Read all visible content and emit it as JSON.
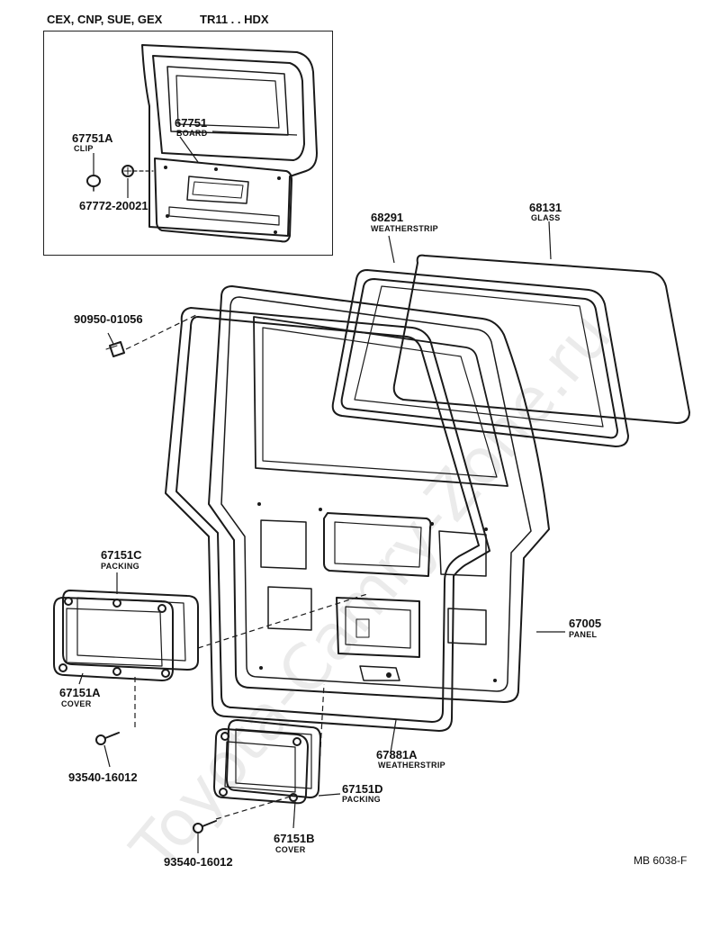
{
  "inset": {
    "header_left": "CEX, CNP, SUE, GEX",
    "header_right": "TR11 . . HDX"
  },
  "parts": [
    {
      "id": "p67751A",
      "number": "67751A",
      "name": "CLIP"
    },
    {
      "id": "p67751",
      "number": "67751",
      "name": "BOARD"
    },
    {
      "id": "p67772",
      "number": "67772-20021",
      "name": ""
    },
    {
      "id": "p68291",
      "number": "68291",
      "name": "WEATHERSTRIP"
    },
    {
      "id": "p68131",
      "number": "68131",
      "name": "GLASS"
    },
    {
      "id": "p90950",
      "number": "90950-01056",
      "name": ""
    },
    {
      "id": "p67151C",
      "number": "67151C",
      "name": "PACKING"
    },
    {
      "id": "p67005",
      "number": "67005",
      "name": "PANEL"
    },
    {
      "id": "p67151A",
      "number": "67151A",
      "name": "COVER"
    },
    {
      "id": "p93540a",
      "number": "93540-16012",
      "name": ""
    },
    {
      "id": "p67881A",
      "number": "67881A",
      "name": "WEATHERSTRIP"
    },
    {
      "id": "p67151D",
      "number": "67151D",
      "name": "PACKING"
    },
    {
      "id": "p67151B",
      "number": "67151B",
      "name": "COVER"
    },
    {
      "id": "p93540b",
      "number": "93540-16012",
      "name": ""
    }
  ],
  "diagram_code": "MB 6038-F",
  "watermark": "Toyota-Camry-Zone.ru",
  "colors": {
    "line": "#1a1a1a",
    "background": "#ffffff"
  }
}
